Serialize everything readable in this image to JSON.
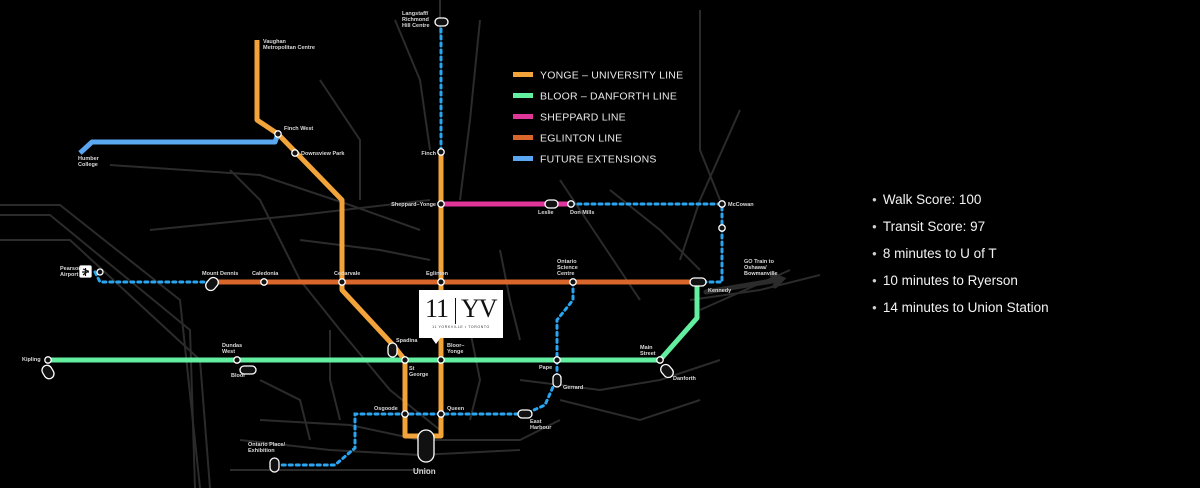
{
  "legend": [
    {
      "label": "YONGE – UNIVERSITY LINE",
      "color": "#f2a33a"
    },
    {
      "label": "BLOOR – DANFORTH LINE",
      "color": "#62f0a0"
    },
    {
      "label": "SHEPPARD LINE",
      "color": "#e0369a"
    },
    {
      "label": "EGLINTON LINE",
      "color": "#d9662a"
    },
    {
      "label": "FUTURE EXTENSIONS",
      "color": "#5aa6f0"
    }
  ],
  "stations": {
    "langstaff": [
      "Langstaff/",
      "Richmond",
      "Hill Centre"
    ],
    "vaughan": [
      "Vaughan",
      "Metropolitan Centre"
    ],
    "finch_west": [
      "Finch West"
    ],
    "downsview": [
      "Downsview Park"
    ],
    "humber": [
      "Humber",
      "College"
    ],
    "finch": [
      "Finch"
    ],
    "sheppard_yonge": [
      "Sheppard–Yonge"
    ],
    "leslie": [
      "Leslie"
    ],
    "don_mills": [
      "Don Mills"
    ],
    "mccowan": [
      "McCowan"
    ],
    "go_train": [
      "GO Train to",
      "Oshawa/",
      "Bowmanville"
    ],
    "pearson": [
      "Pearson",
      "Airport"
    ],
    "mount_dennis": [
      "Mount Dennis"
    ],
    "caledonia": [
      "Caledonia"
    ],
    "cedarvale": [
      "Cedarvale"
    ],
    "eglinton": [
      "Eglinton"
    ],
    "ontario_science": [
      "Ontario",
      "Science",
      "Centre"
    ],
    "kennedy": [
      "Kennedy"
    ],
    "kipling": [
      "Kipling"
    ],
    "dundas_west": [
      "Dundas",
      "West"
    ],
    "spadina": [
      "Spadina"
    ],
    "st_george": [
      "St",
      "George"
    ],
    "bloor_yonge": [
      "Bloor–",
      "Yonge"
    ],
    "main_street": [
      "Main",
      "Street"
    ],
    "bloor": [
      "Bloor"
    ],
    "pape": [
      "Pape"
    ],
    "gerrard": [
      "Gerrard"
    ],
    "danforth": [
      "Danforth"
    ],
    "osgoode": [
      "Osgoode"
    ],
    "queen": [
      "Queen"
    ],
    "east_harbour": [
      "East",
      "Harbour"
    ],
    "ontario_place": [
      "Ontario Place/",
      "Exhibition"
    ],
    "union": [
      "Union"
    ]
  },
  "logo": {
    "number": "11",
    "letters": "YV",
    "subtitle": "11 YORKVILLE • TORONTO"
  },
  "facts": [
    "Walk Score: 100",
    "Transit Score: 97",
    "8 minutes to U of T",
    "10 minutes to Ryerson",
    "14 minutes to Union Station"
  ],
  "colors": {
    "background": "#000000",
    "street": "#2b2b2b",
    "yonge": "#f2a33a",
    "bloor": "#62f0a0",
    "sheppard": "#e0369a",
    "eglinton": "#d9662a",
    "future": "#5aa6f0",
    "future_dots": "#2aa5f0"
  }
}
